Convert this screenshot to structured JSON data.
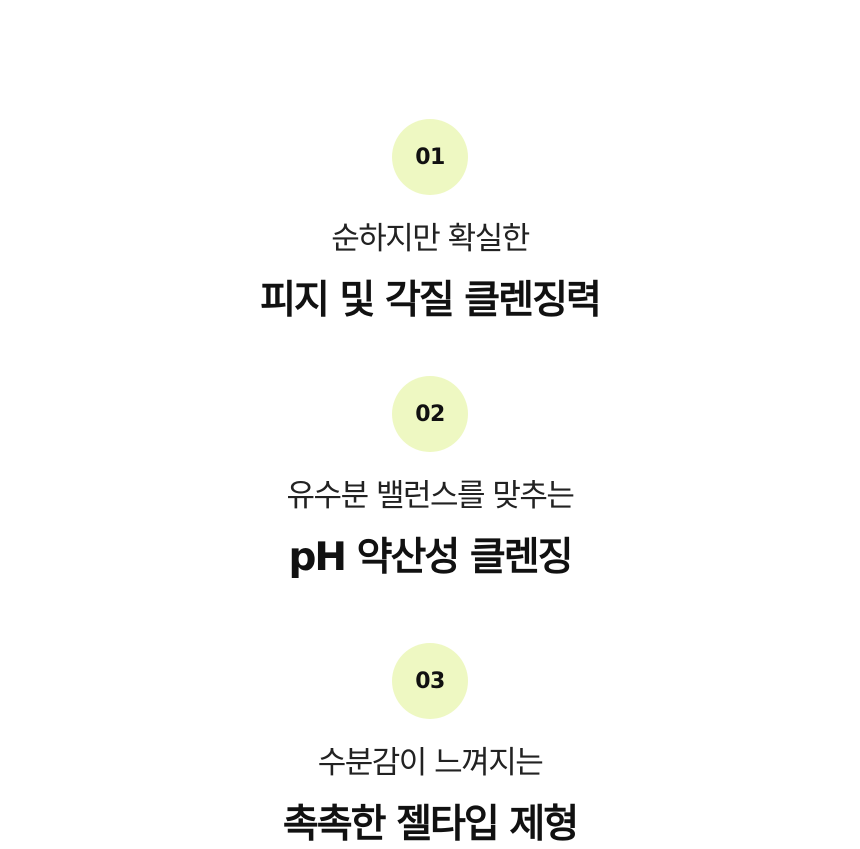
{
  "features": [
    {
      "number": "01",
      "subtitle": "순하지만 확실한",
      "title": "피지 및 각질 클렌징력"
    },
    {
      "number": "02",
      "subtitle": "유수분 밸런스를 맞추는",
      "title": "pH 약산성 클렌징"
    },
    {
      "number": "03",
      "subtitle": "수분감이 느껴지는",
      "title": "촉촉한 젤타입 제형"
    }
  ],
  "colors": {
    "badge": "#eef8c2",
    "text": "#111111"
  }
}
